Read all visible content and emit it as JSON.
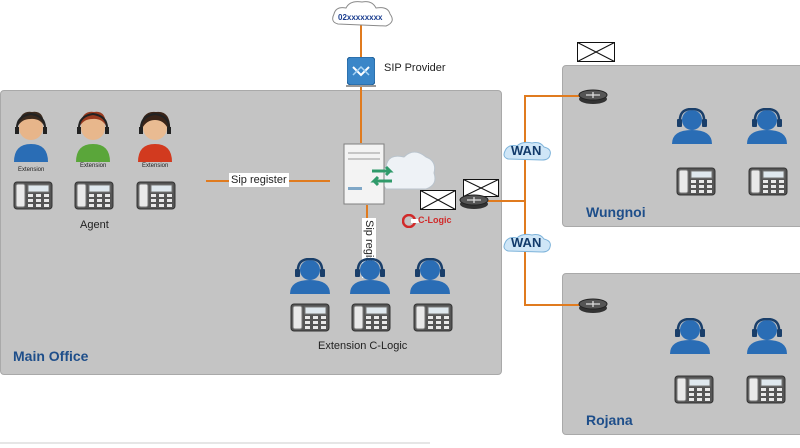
{
  "cloud_number": "02xxxxxxxx",
  "sip_provider_label": "SIP Provider",
  "sip_register_label": "Sip register",
  "sip_register_vertical": "Sip register",
  "brand_logo_text": "C-Logic",
  "wan_label": "WAN",
  "offices": {
    "main": {
      "name": "Main Office",
      "agents": [
        {
          "label": "Extension"
        },
        {
          "label": "Extension"
        },
        {
          "label": "Extension"
        }
      ],
      "agent_group_label": "Agent",
      "extensions_label": "Extension C-Logic"
    },
    "branch1": {
      "name": "Wungnoi"
    },
    "branch2": {
      "name": "Rojana"
    }
  },
  "colors": {
    "link_orange": "#e07b1f",
    "panel_gray": "#c4c4c4",
    "label_blue": "#1e4e8a",
    "person_blue": "#2a6db5",
    "wan_cloud": "#cfe6f7"
  }
}
